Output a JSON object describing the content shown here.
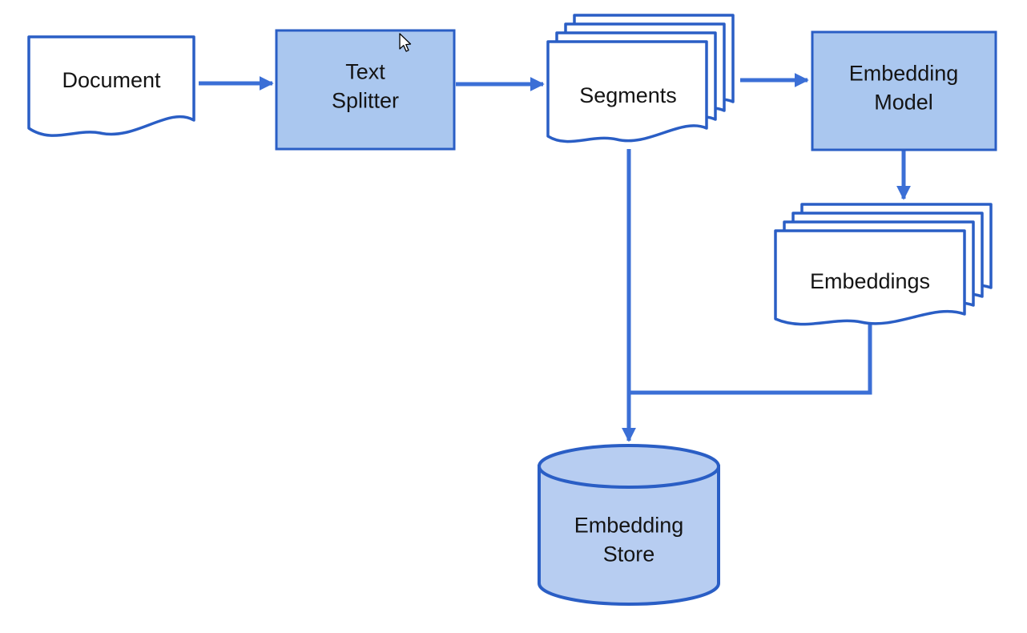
{
  "diagram": {
    "nodes": {
      "document": {
        "label": "Document",
        "type": "document"
      },
      "text_splitter": {
        "label": "Text\nSplitter",
        "type": "process"
      },
      "segments": {
        "label": "Segments",
        "type": "document-stack"
      },
      "embedding_model": {
        "label": "Embedding\nModel",
        "type": "process"
      },
      "embeddings": {
        "label": "Embeddings",
        "type": "document-stack"
      },
      "embedding_store": {
        "label": "Embedding\nStore",
        "type": "database"
      }
    },
    "edges": [
      {
        "from": "document",
        "to": "text_splitter"
      },
      {
        "from": "text_splitter",
        "to": "segments"
      },
      {
        "from": "segments",
        "to": "embedding_model"
      },
      {
        "from": "embedding_model",
        "to": "embeddings"
      },
      {
        "from": "segments",
        "to": "embedding_store"
      },
      {
        "from": "embeddings",
        "to": "embedding_store"
      }
    ],
    "colors": {
      "shape_stroke": "#2a5ec5",
      "connector": "#3b6fd6",
      "process_fill": "#aac7ef",
      "store_fill": "#b7cdf1",
      "sheet_fill": "#ffffff",
      "text": "#141414",
      "background": "#ffffff"
    }
  }
}
